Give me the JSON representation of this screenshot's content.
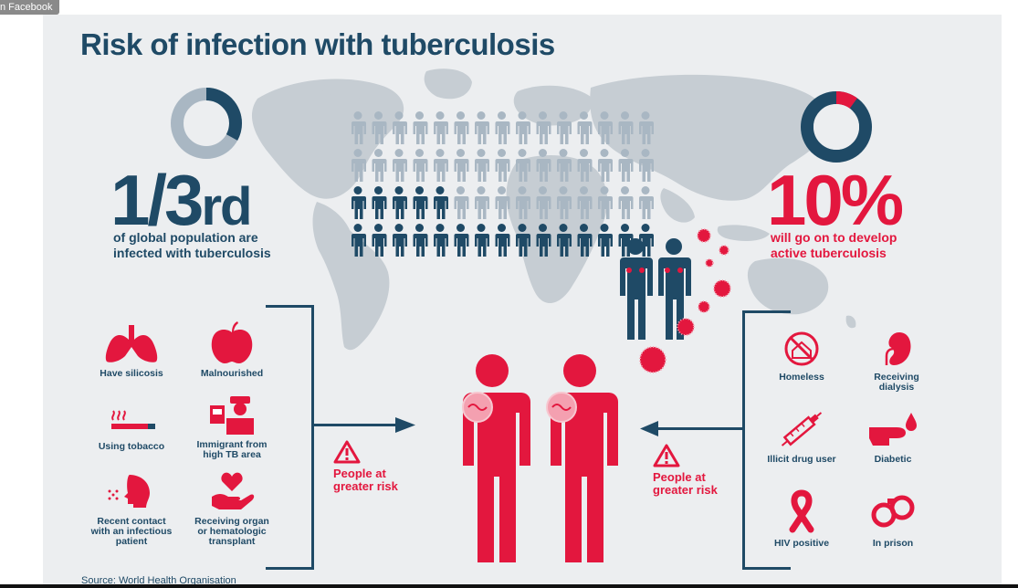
{
  "tab": {
    "label": "n Facebook"
  },
  "title": "Risk of infection with tuberculosis",
  "left_stat": {
    "number": "1/3",
    "suffix": "rd",
    "caption_line1": "of global population are",
    "caption_line2": "infected with tuberculosis",
    "donut_fraction": 0.33
  },
  "right_stat": {
    "value": "10%",
    "caption_line1": "will go on to develop",
    "caption_line2": "active tuberculosis",
    "donut_fraction": 0.1
  },
  "people_grid": {
    "rows": 4,
    "cols": 15,
    "infected_fraction": 0.333
  },
  "left_risks": [
    {
      "label_1": "Have silicosis",
      "label_2": "",
      "icon": "lungs-icon"
    },
    {
      "label_1": "Malnourished",
      "label_2": "",
      "icon": "apple-icon"
    },
    {
      "label_1": "Using tobacco",
      "label_2": "",
      "icon": "cigarette-icon"
    },
    {
      "label_1": "Immigrant from",
      "label_2": "high TB area",
      "icon": "immigration-officer-icon"
    },
    {
      "label_1": "Recent contact",
      "label_2": "with an infectious",
      "label_3": "patient",
      "icon": "coughing-head-icon"
    },
    {
      "label_1": "Receiving organ",
      "label_2": "or hematologic",
      "label_3": "transplant",
      "icon": "hand-heart-icon"
    }
  ],
  "right_risks": [
    {
      "label_1": "Homeless",
      "label_2": "",
      "icon": "no-home-icon"
    },
    {
      "label_1": "Receiving",
      "label_2": "dialysis",
      "icon": "kidney-icon"
    },
    {
      "label_1": "Illicit drug user",
      "label_2": "",
      "icon": "syringe-icon"
    },
    {
      "label_1": "Diabetic",
      "label_2": "",
      "icon": "finger-prick-icon"
    },
    {
      "label_1": "HIV positive",
      "label_2": "",
      "icon": "ribbon-icon"
    },
    {
      "label_1": "In prison",
      "label_2": "",
      "icon": "handcuffs-icon"
    }
  ],
  "warning_left": {
    "line1": "People at",
    "line2": "greater risk"
  },
  "warning_right": {
    "line1": "People at",
    "line2": "greater risk"
  },
  "source": "Source: World Health Organisation",
  "colors": {
    "navy": "#1f4a66",
    "red": "#e3173e",
    "grey_person": "#a9b7c3",
    "map": "#c5ccd2",
    "bg": "#eceef0"
  }
}
